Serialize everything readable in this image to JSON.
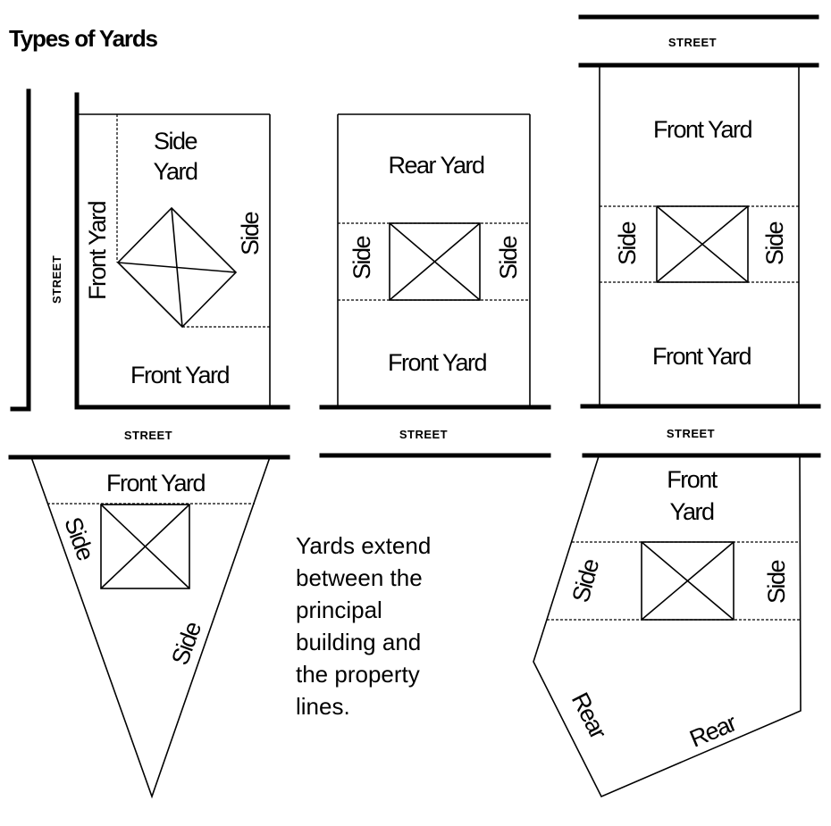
{
  "title": "Types of Yards",
  "colors": {
    "ink": "#000000",
    "background": "#ffffff"
  },
  "street_label": "STREET",
  "note_lines": [
    "Yards extend",
    "between the",
    "principal",
    "building and",
    "the property",
    "lines."
  ],
  "lots": {
    "corner_lot": {
      "street_left": "STREET",
      "street_bottom": "STREET",
      "labels": {
        "side_yard_top_line1": "Side",
        "side_yard_top_line2": "Yard",
        "front_yard_left": "Front Yard",
        "side_right": "Side",
        "front_yard_bottom": "Front Yard"
      }
    },
    "interior_lot": {
      "street_bottom": "STREET",
      "labels": {
        "rear_yard": "Rear Yard",
        "side_left": "Side",
        "side_right": "Side",
        "front_yard": "Front Yard"
      }
    },
    "through_lot": {
      "street_top": "STREET",
      "street_bottom": "STREET",
      "labels": {
        "front_yard_top": "Front Yard",
        "side_left": "Side",
        "side_right": "Side",
        "front_yard_bottom": "Front Yard"
      }
    },
    "triangular_lot": {
      "labels": {
        "front_yard": "Front Yard",
        "side_left": "Side",
        "side_right": "Side"
      }
    },
    "irregular_lot": {
      "labels": {
        "front_yard_line1": "Front",
        "front_yard_line2": "Yard",
        "side_left": "Side",
        "side_right": "Side",
        "rear_left": "Rear",
        "rear_bottom": "Rear"
      }
    }
  }
}
